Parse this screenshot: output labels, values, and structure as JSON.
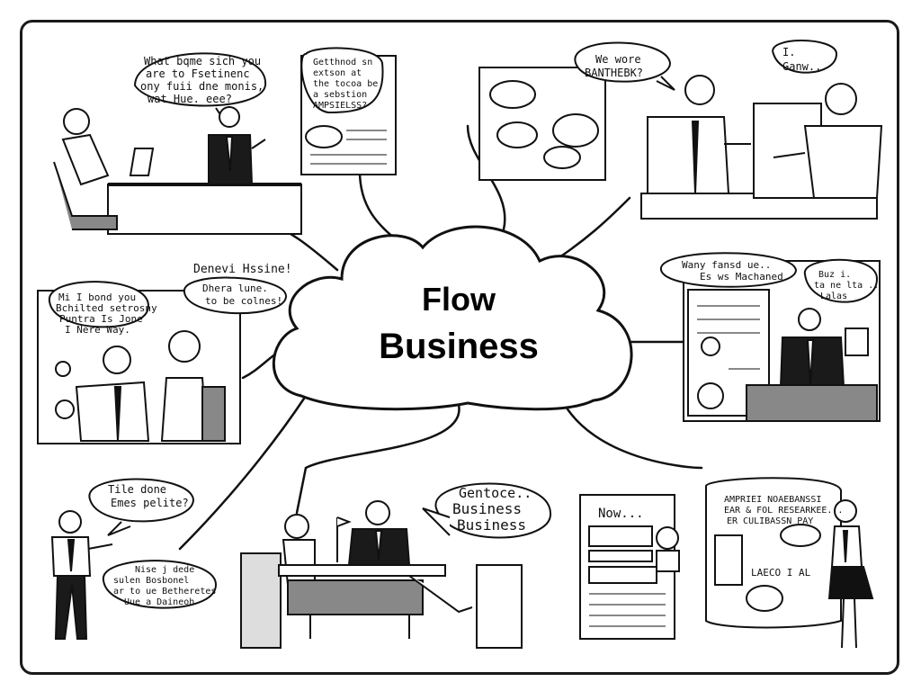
{
  "center": {
    "line1": "Flow",
    "line2": "Business"
  },
  "bubbles": {
    "top_left": [
      "What bqme sich you",
      "are to Fsetinenc",
      "ony fuii dne monis,",
      "wat Hue. eee?"
    ],
    "top_note": [
      "Getthnod sn",
      "extson at",
      "the tocoa be",
      "a sebstion",
      "AMPSIELSS?"
    ],
    "top_center": [
      "We wore",
      "BANTHEBK?"
    ],
    "top_right": [
      "I.",
      "Ganw.."
    ],
    "left_caption": "Denevi Hssine!",
    "left_small": [
      "Dhera lune.",
      "to be colnes!"
    ],
    "left_big": [
      "Mi I bond you",
      "Bchilted setrosny",
      "Puntra Is Jone",
      "I Nere Way."
    ],
    "right_wide": [
      "Wany fansd ue..",
      "Es ws Machaned"
    ],
    "right_small": [
      "Buz i.",
      "ta ne lta ..",
      "Lalas"
    ],
    "bottom_left_top": [
      "Tile done",
      "Emes pelite?"
    ],
    "bottom_left_bottom": [
      "Nise j dede",
      "sulen Bosbonel",
      "ar to ue Betheretes",
      "Uue a Daineoh"
    ],
    "bottom_center": [
      "Gentoce..",
      "Business",
      "Business"
    ],
    "bottom_paper_title": "Now...",
    "bottom_right_board": [
      "AMPRIEI NOAEBANSSI",
      "EAR & FOL RESEARKEE...",
      "ER CULIBASSN PAY"
    ],
    "bottom_right_label": "LAECO I AL"
  }
}
